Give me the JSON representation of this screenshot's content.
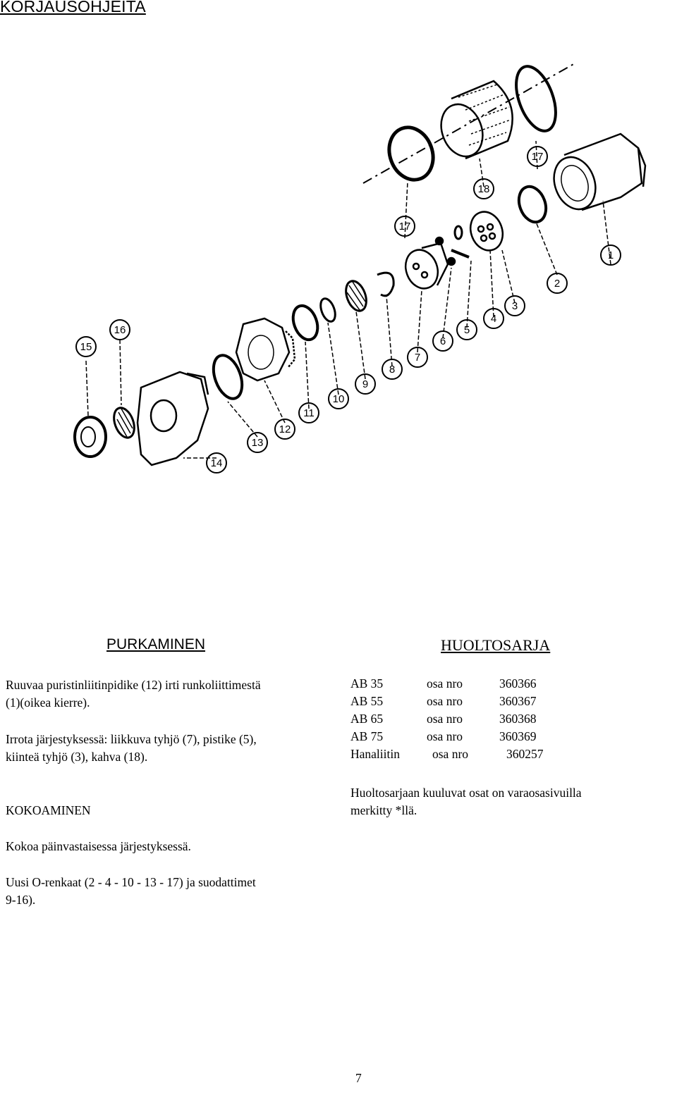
{
  "header": {
    "title": "KORJAUSOHJEITA"
  },
  "diagram": {
    "callouts": [
      "1",
      "2",
      "3",
      "4",
      "5",
      "6",
      "7",
      "8",
      "9",
      "10",
      "11",
      "12",
      "13",
      "14",
      "15",
      "16",
      "17",
      "17",
      "18"
    ]
  },
  "purkaminen": {
    "heading": "PURKAMINEN",
    "para1_line1": "Ruuvaa puristinliitinpidike (12) irti runkoliittimestä",
    "para1_line2": "(1)(oikea kierre).",
    "para2_line1": "Irrota järjestyksessä: liikkuva tyhjö (7), pistike (5),",
    "para2_line2": "kiinteä tyhjö (3), kahva (18)."
  },
  "kokoaminen": {
    "heading": "KOKOAMINEN",
    "para1": "Kokoa päinvastaisessa järjestyksessä.",
    "para2_line1": "Uusi O-renkaat (2 - 4 - 10 - 13 - 17) ja suodattimet",
    "para2_line2": "9-16)."
  },
  "huoltosarja": {
    "heading": "HUOLTOSARJA",
    "rows": [
      {
        "model": "AB 35",
        "label": "osa nro",
        "number": "360366"
      },
      {
        "model": "AB 55",
        "label": "osa nro",
        "number": "360367"
      },
      {
        "model": "AB 65",
        "label": "osa nro",
        "number": "360368"
      },
      {
        "model": "AB 75",
        "label": "osa nro",
        "number": "360369"
      },
      {
        "model": "Hanaliitin",
        "label": "osa nro",
        "number": "360257"
      }
    ],
    "note_line1": "Huoltosarjaan kuuluvat osat on varaosasivuilla",
    "note_line2": "merkitty *llä."
  },
  "footer": {
    "page_number": "7"
  }
}
